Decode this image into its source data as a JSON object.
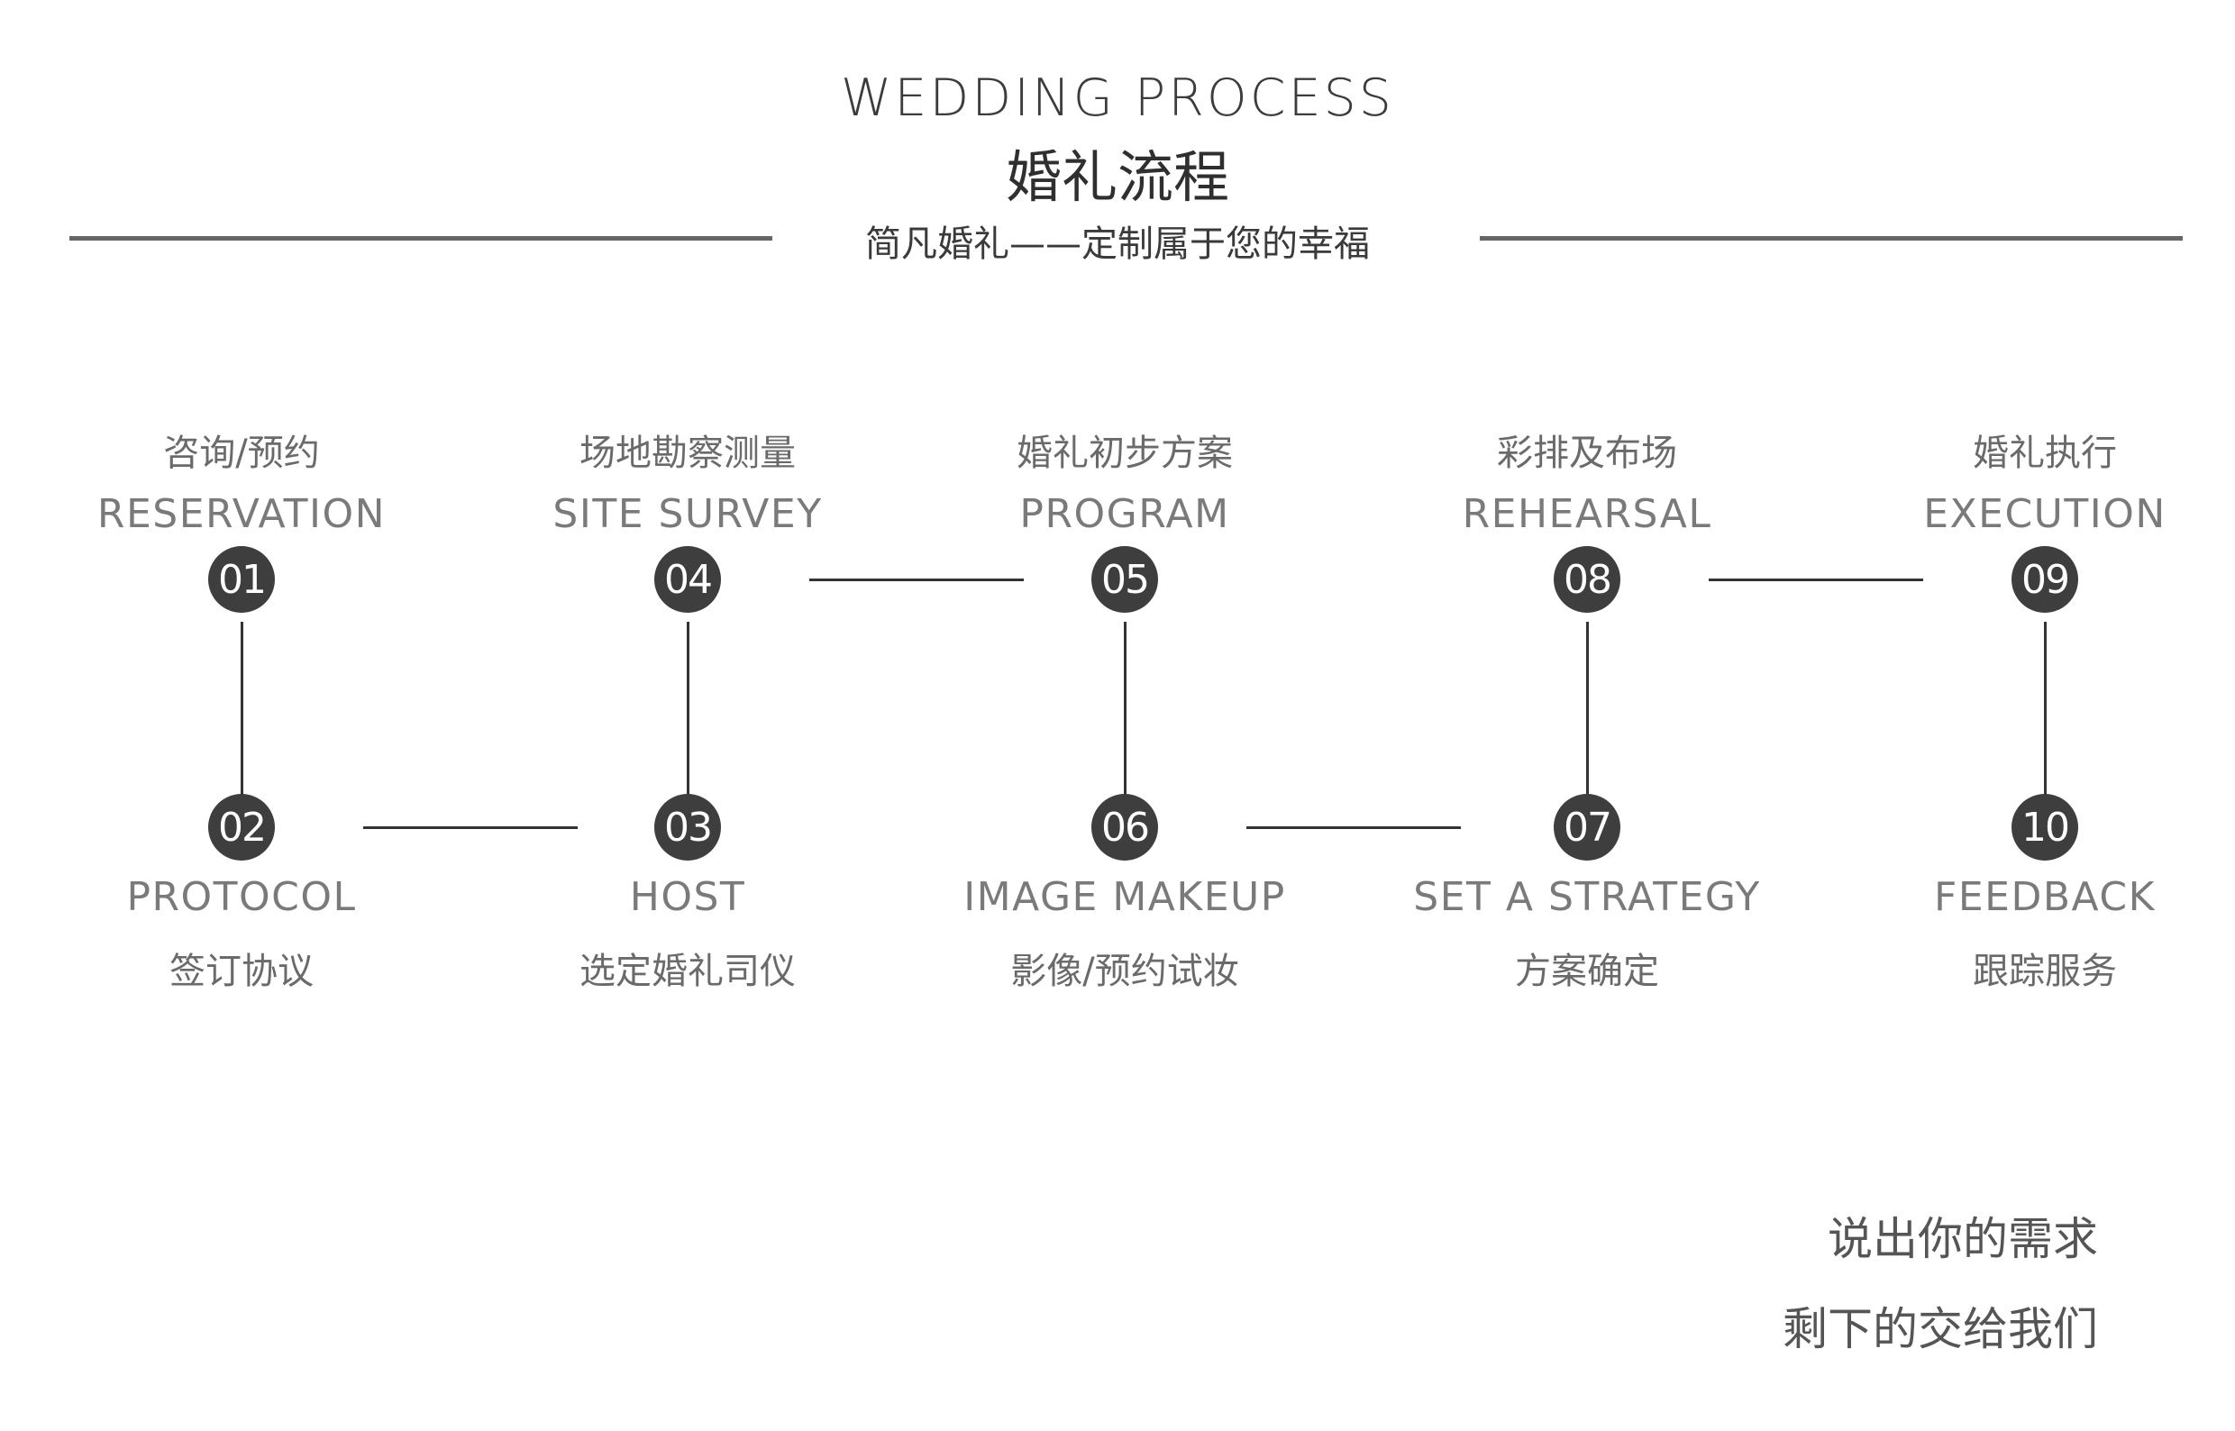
{
  "header": {
    "title_en": "WEDDING PROCESS",
    "title_zh": "婚礼流程",
    "subtitle": "简凡婚礼——定制属于您的幸福"
  },
  "steps": [
    {
      "num": "01",
      "zh": "咨询/预约",
      "en": "RESERVATION"
    },
    {
      "num": "02",
      "zh": "签订协议",
      "en": "PROTOCOL"
    },
    {
      "num": "03",
      "zh": "选定婚礼司仪",
      "en": "HOST"
    },
    {
      "num": "04",
      "zh": "场地勘察测量",
      "en": "SITE SURVEY"
    },
    {
      "num": "05",
      "zh": "婚礼初步方案",
      "en": "PROGRAM"
    },
    {
      "num": "06",
      "zh": "影像/预约试妆",
      "en": "IMAGE MAKEUP"
    },
    {
      "num": "07",
      "zh": "方案确定",
      "en": "SET A STRATEGY"
    },
    {
      "num": "08",
      "zh": "彩排及布场",
      "en": "REHEARSAL"
    },
    {
      "num": "09",
      "zh": "婚礼执行",
      "en": "EXECUTION"
    },
    {
      "num": "10",
      "zh": "跟踪服务",
      "en": "FEEDBACK"
    }
  ],
  "footer": {
    "line1": "说出你的需求",
    "line2": "剩下的交给我们"
  },
  "colors": {
    "circle": "#3e3e3e",
    "line": "#333333",
    "rule": "#666666"
  }
}
